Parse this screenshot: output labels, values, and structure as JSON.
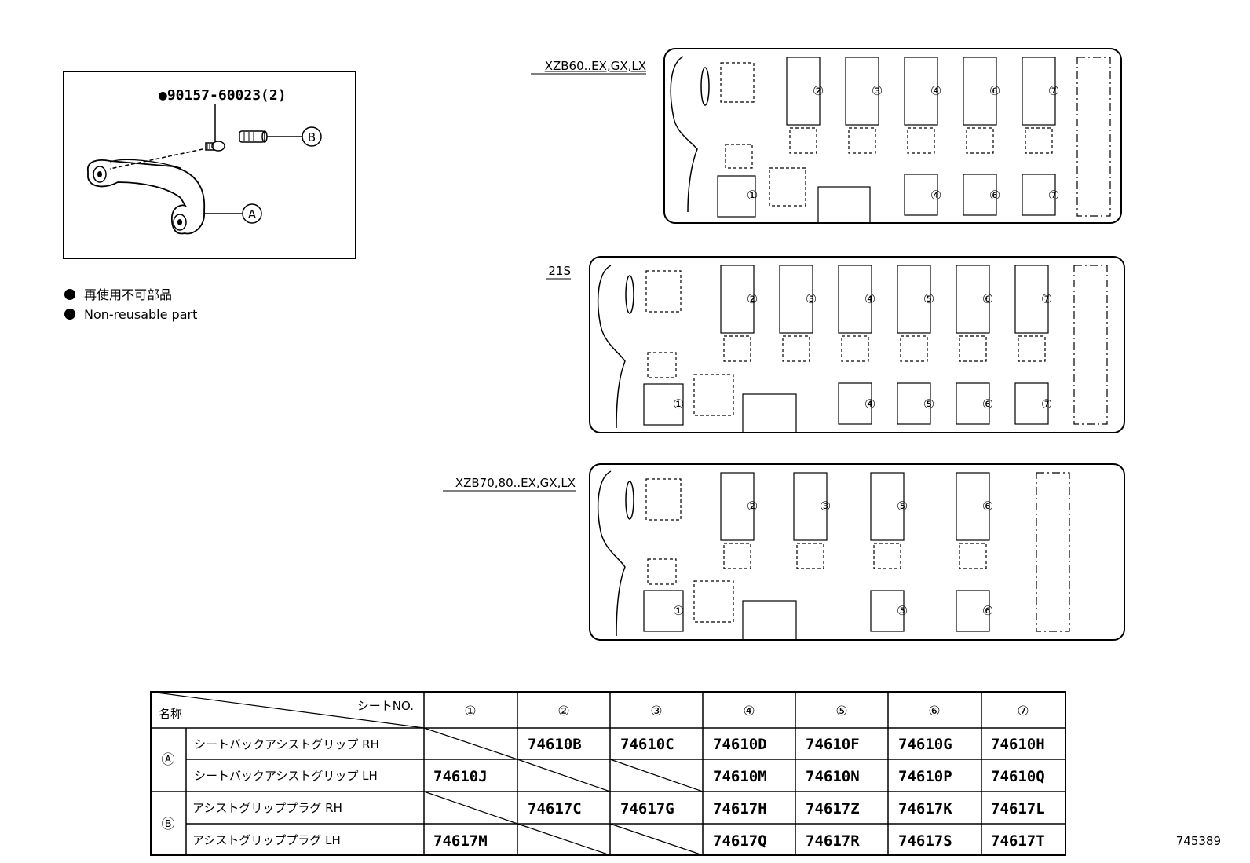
{
  "part_detail": {
    "fastener_callout": "●90157-60023(2)",
    "label_a": "A",
    "label_b": "B"
  },
  "legend": {
    "jp": "再使用不可部品",
    "en": "Non-reusable part"
  },
  "layouts": [
    {
      "title": "XZB60..EX,GX,LX",
      "top_numbers": [
        "②",
        "③",
        "④",
        "⑥",
        "⑦"
      ],
      "bottom_numbers": [
        "①",
        "④",
        "⑥",
        "⑦"
      ]
    },
    {
      "title": "21S",
      "top_numbers": [
        "②",
        "③",
        "④",
        "⑤",
        "⑥",
        "⑦"
      ],
      "bottom_numbers": [
        "①",
        "④",
        "⑤",
        "⑥",
        "⑦"
      ]
    },
    {
      "title": "XZB70,80..EX,GX,LX",
      "top_numbers": [
        "②",
        "③",
        "⑤",
        "⑥"
      ],
      "bottom_numbers": [
        "①",
        "⑤",
        "⑥"
      ]
    }
  ],
  "table": {
    "corner_top": "シートNO.",
    "corner_bottom": "名称",
    "seat_numbers": [
      "①",
      "②",
      "③",
      "④",
      "⑤",
      "⑥",
      "⑦"
    ],
    "groups": [
      {
        "marker": "Ⓐ",
        "rows": [
          {
            "name": "シートバックアシストグリップ  RH",
            "values": [
              "",
              "74610B",
              "74610C",
              "74610D",
              "74610F",
              "74610G",
              "74610H"
            ]
          },
          {
            "name": "シートバックアシストグリップ  LH",
            "values": [
              "74610J",
              "",
              "",
              "74610M",
              "74610N",
              "74610P",
              "74610Q"
            ]
          }
        ]
      },
      {
        "marker": "Ⓑ",
        "rows": [
          {
            "name": "アシストグリッププラグ RH",
            "values": [
              "",
              "74617C",
              "74617G",
              "74617H",
              "74617Z",
              "74617K",
              "74617L"
            ]
          },
          {
            "name": "アシストグリッププラグ LH",
            "values": [
              "74617M",
              "",
              "",
              "74617Q",
              "74617R",
              "74617S",
              "74617T"
            ]
          }
        ]
      }
    ]
  },
  "figure_number": "745389"
}
